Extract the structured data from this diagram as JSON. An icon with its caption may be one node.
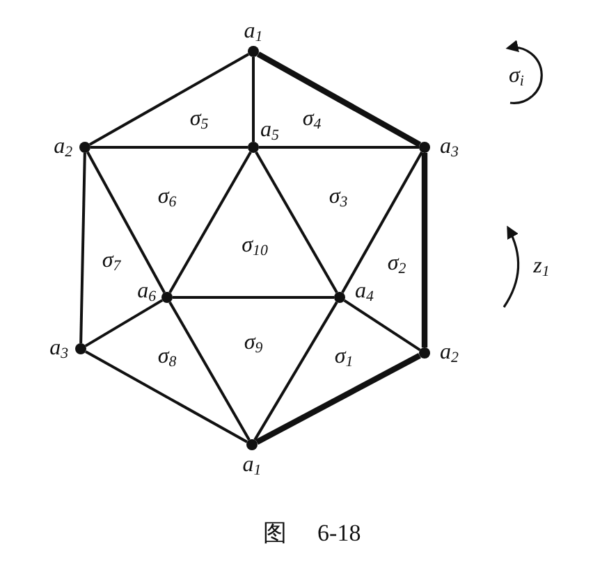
{
  "diagram": {
    "caption": "图 6-18",
    "nodes": [
      {
        "text": [
          "a$_{1}$"
        ]
      },
      {
        "text": [
          "a$_{2}$"
        ]
      },
      {
        "text": [
          "a$_{5}$"
        ]
      },
      {
        "text": [
          "a$_{3}$"
        ]
      },
      {
        "text": [
          "a$_{6}$"
        ]
      },
      {
        "text": [
          "a$_{4}$"
        ]
      },
      {
        "text": [
          "a$_{3}$"
        ]
      },
      {
        "text": [
          "a$_{2}$"
        ]
      },
      {
        "text": [
          "a$_{1}$"
        ]
      }
    ],
    "edges": [
      {
        "from": 0,
        "to": 1,
        "arrow": "none"
      },
      {
        "from": 0,
        "to": 2,
        "arrow": "none"
      },
      {
        "from": 0,
        "to": 3,
        "arrow": "none",
        "style": "thick"
      },
      {
        "from": 1,
        "to": 2,
        "arrow": "none"
      },
      {
        "from": 2,
        "to": 3,
        "arrow": "none"
      },
      {
        "from": 1,
        "to": 4,
        "arrow": "none"
      },
      {
        "from": 2,
        "to": 4,
        "arrow": "none"
      },
      {
        "from": 2,
        "to": 5,
        "arrow": "none"
      },
      {
        "from": 3,
        "to": 5,
        "arrow": "none"
      },
      {
        "from": 1,
        "to": 6,
        "arrow": "none"
      },
      {
        "from": 3,
        "to": 7,
        "arrow": "none",
        "style": "thick"
      },
      {
        "from": 4,
        "to": 5,
        "arrow": "none"
      },
      {
        "from": 4,
        "to": 6,
        "arrow": "none"
      },
      {
        "from": 4,
        "to": 8,
        "arrow": "none"
      },
      {
        "from": 5,
        "to": 7,
        "arrow": "none"
      },
      {
        "from": 5,
        "to": 8,
        "arrow": "none"
      },
      {
        "from": 6,
        "to": 8,
        "arrow": "none"
      },
      {
        "from": 7,
        "to": 8,
        "arrow": "none",
        "style": "thick"
      }
    ],
    "labels": [
      "σ$_{i}$",
      "σ$_{5}$",
      "σ$_{4}$",
      "σ$_{6}$",
      "σ$_{3}$",
      "σ$_{10}$",
      "σ$_{7}$",
      "σ$_{2}$",
      "z$_{1}$",
      "σ$_{9}$",
      "σ$_{8}$",
      "σ$_{1}$"
    ]
  }
}
